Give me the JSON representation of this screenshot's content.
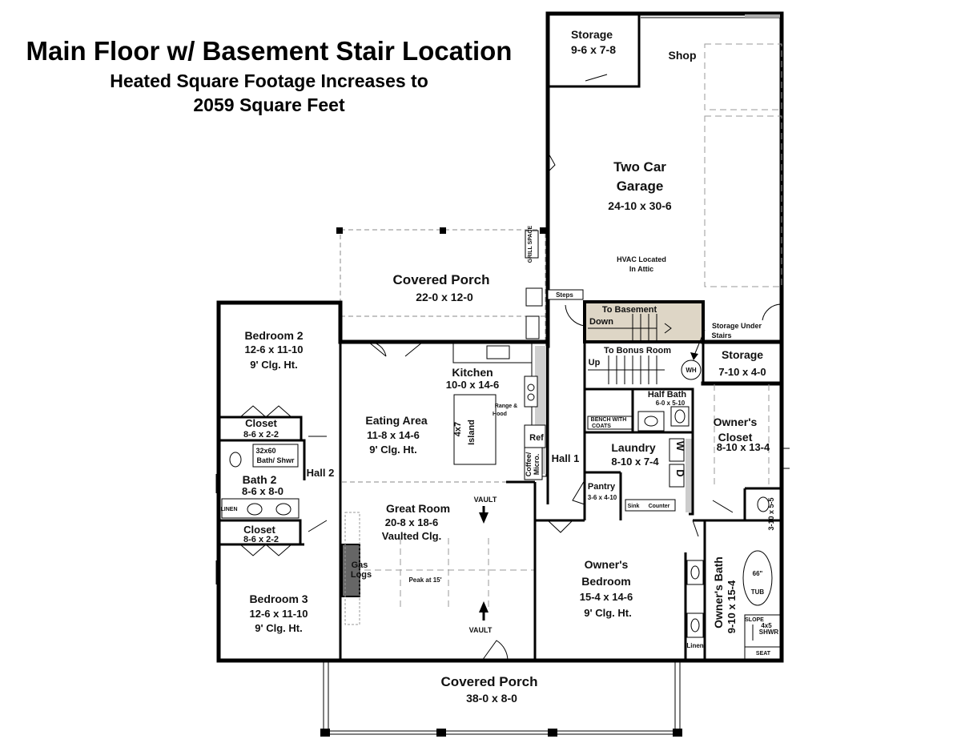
{
  "title": {
    "main": "Main Floor w/ Basement Stair Location",
    "sub1": "Heated Square Footage Increases to",
    "sub2": "2059 Square Feet"
  },
  "rooms": {
    "storage_top": {
      "name": "Storage",
      "dims": "9-6 x 7-8"
    },
    "shop": {
      "name": "Shop"
    },
    "garage": {
      "line1": "Two Car",
      "line2": "Garage",
      "dims": "24-10 x 30-6",
      "note1": "HVAC Located",
      "note2": "In Attic"
    },
    "covered_porch_rear": {
      "name": "Covered Porch",
      "dims": "22-0 x 12-0",
      "grill": "GRILL SPACE"
    },
    "steps": "Steps",
    "basement": {
      "line1": "To Basement",
      "line2": "Down"
    },
    "storage_under_stairs": {
      "line1": "Storage Under",
      "line2": "Stairs"
    },
    "bonus": {
      "name": "To Bonus Room",
      "up": "Up"
    },
    "storage_small": {
      "name": "Storage",
      "dims": "7-10 x 4-0"
    },
    "wh": "WH",
    "bedroom2": {
      "name": "Bedroom 2",
      "dims": "12-6 x 11-10",
      "ceiling": "9' Clg. Ht."
    },
    "kitchen": {
      "name": "Kitchen",
      "dims": "10-0 x 14-6",
      "range1": "Range &",
      "range2": "Hood",
      "island1": "4x7",
      "island2": "Island",
      "ref": "Ref",
      "coffee1": "Coffee/",
      "coffee2": "Micro."
    },
    "half_bath": {
      "name": "Half  Bath",
      "dims": "6-0 x 5-10"
    },
    "bench": {
      "line1": "BENCH WITH",
      "line2": "COATS"
    },
    "owners_closet": {
      "name1": "Owner's",
      "name2": "Closet",
      "dims": "8-10 x 13-4"
    },
    "closet1": {
      "name": "Closet",
      "dims": "8-6 x 2-2"
    },
    "eating": {
      "name": "Eating Area",
      "dims": "11-8 x 14-6",
      "ceiling": "9' Clg. Ht."
    },
    "shower32": {
      "line1": "32x60",
      "line2": "Bath/ Shwr"
    },
    "bath2": {
      "name": "Bath 2",
      "dims": "8-6 x 8-0",
      "linen": "LINEN"
    },
    "hall2": "Hall 2",
    "hall1": "Hall 1",
    "laundry": {
      "name": "Laundry",
      "dims": "8-10 x 7-4",
      "w": "W",
      "d": "D",
      "sink": "Sink",
      "counter": "Counter"
    },
    "pantry": {
      "name": "Pantry",
      "dims": "3-6 x 4-10"
    },
    "small_closet": "3-10 x 5-5",
    "closet2": {
      "name": "Closet",
      "dims": "8-6 x 2-2"
    },
    "great_room": {
      "name": "Great Room",
      "dims": "20-8 x 18-6",
      "ceiling": "Vaulted Clg.",
      "vault": "VAULT",
      "peak": "Peak at 15'",
      "gas1": "Gas",
      "gas2": "Logs"
    },
    "owners_bedroom": {
      "name1": "Owner's",
      "name2": "Bedroom",
      "dims": "15-4 x 14-6",
      "ceiling": "9' Clg. Ht."
    },
    "owners_bath": {
      "name": "Owner's Bath",
      "dims": "9-10 x 15-4",
      "tub1": "66\"",
      "tub2": "TUB",
      "shwr1": "4x5",
      "shwr2": "SHWR",
      "slope": "SLOPE",
      "seat": "SEAT",
      "linen": "Linen"
    },
    "bedroom3": {
      "name": "Bedroom 3",
      "dims": "12-6 x 11-10",
      "ceiling": "9' Clg. Ht."
    },
    "covered_porch_front": {
      "name": "Covered Porch",
      "dims": "38-0 x 8-0"
    }
  }
}
